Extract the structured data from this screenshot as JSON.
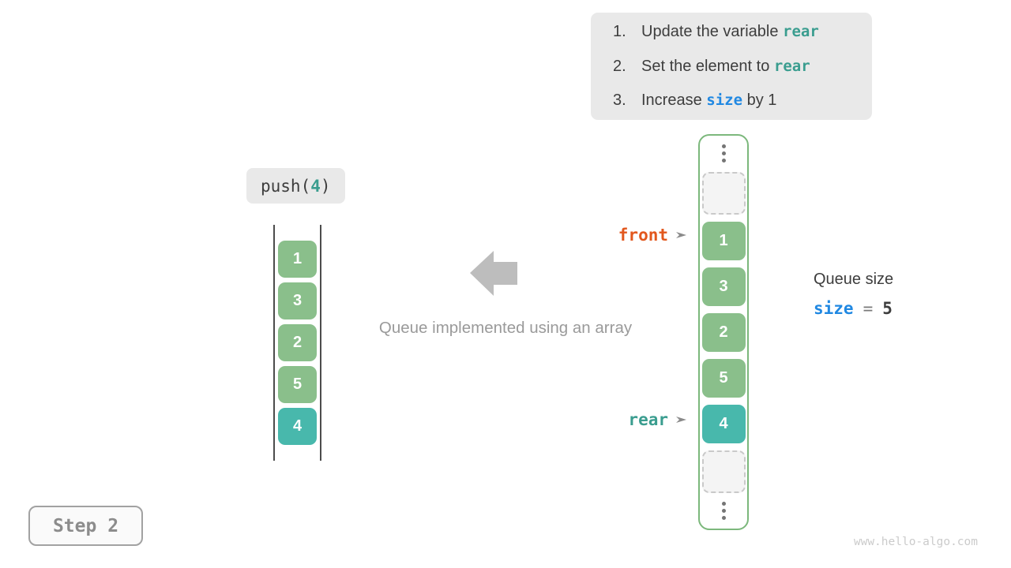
{
  "instructions": {
    "items": [
      {
        "num": "1.",
        "pre": "Update the variable ",
        "code": "rear",
        "code_class": "code teal",
        "post": ""
      },
      {
        "num": "2.",
        "pre": "Set the element to ",
        "code": "rear",
        "code_class": "code teal",
        "post": ""
      },
      {
        "num": "3.",
        "pre": "Increase ",
        "code": "size",
        "code_class": "code blue",
        "post": " by 1"
      }
    ]
  },
  "push_label": {
    "prefix": "push(",
    "arg": "4",
    "suffix": ")"
  },
  "left_array": {
    "cells": [
      {
        "value": "1",
        "class": "cell green"
      },
      {
        "value": "3",
        "class": "cell green"
      },
      {
        "value": "2",
        "class": "cell green"
      },
      {
        "value": "5",
        "class": "cell green"
      },
      {
        "value": "4",
        "class": "cell teal"
      }
    ]
  },
  "right_array": {
    "cells": [
      {
        "value": "1",
        "class": "cell green"
      },
      {
        "value": "3",
        "class": "cell green"
      },
      {
        "value": "2",
        "class": "cell green"
      },
      {
        "value": "5",
        "class": "cell green"
      },
      {
        "value": "4",
        "class": "cell teal"
      }
    ]
  },
  "pointers": {
    "front": "front",
    "rear": "rear"
  },
  "queue_size": {
    "title": "Queue size",
    "var": "size",
    "eq": "=",
    "value": "5"
  },
  "caption": "Queue implemented using an array",
  "step_badge": "Step 2",
  "watermark": "www.hello-algo.com",
  "colors": {
    "cell_green": "#8abf8b",
    "cell_teal": "#48b8ac",
    "code_teal": "#3a9d8f",
    "code_blue": "#2088e2",
    "front_orange": "#e2571d",
    "box_gray": "#e9e9e9",
    "arrow_gray": "#bdbdbd"
  }
}
